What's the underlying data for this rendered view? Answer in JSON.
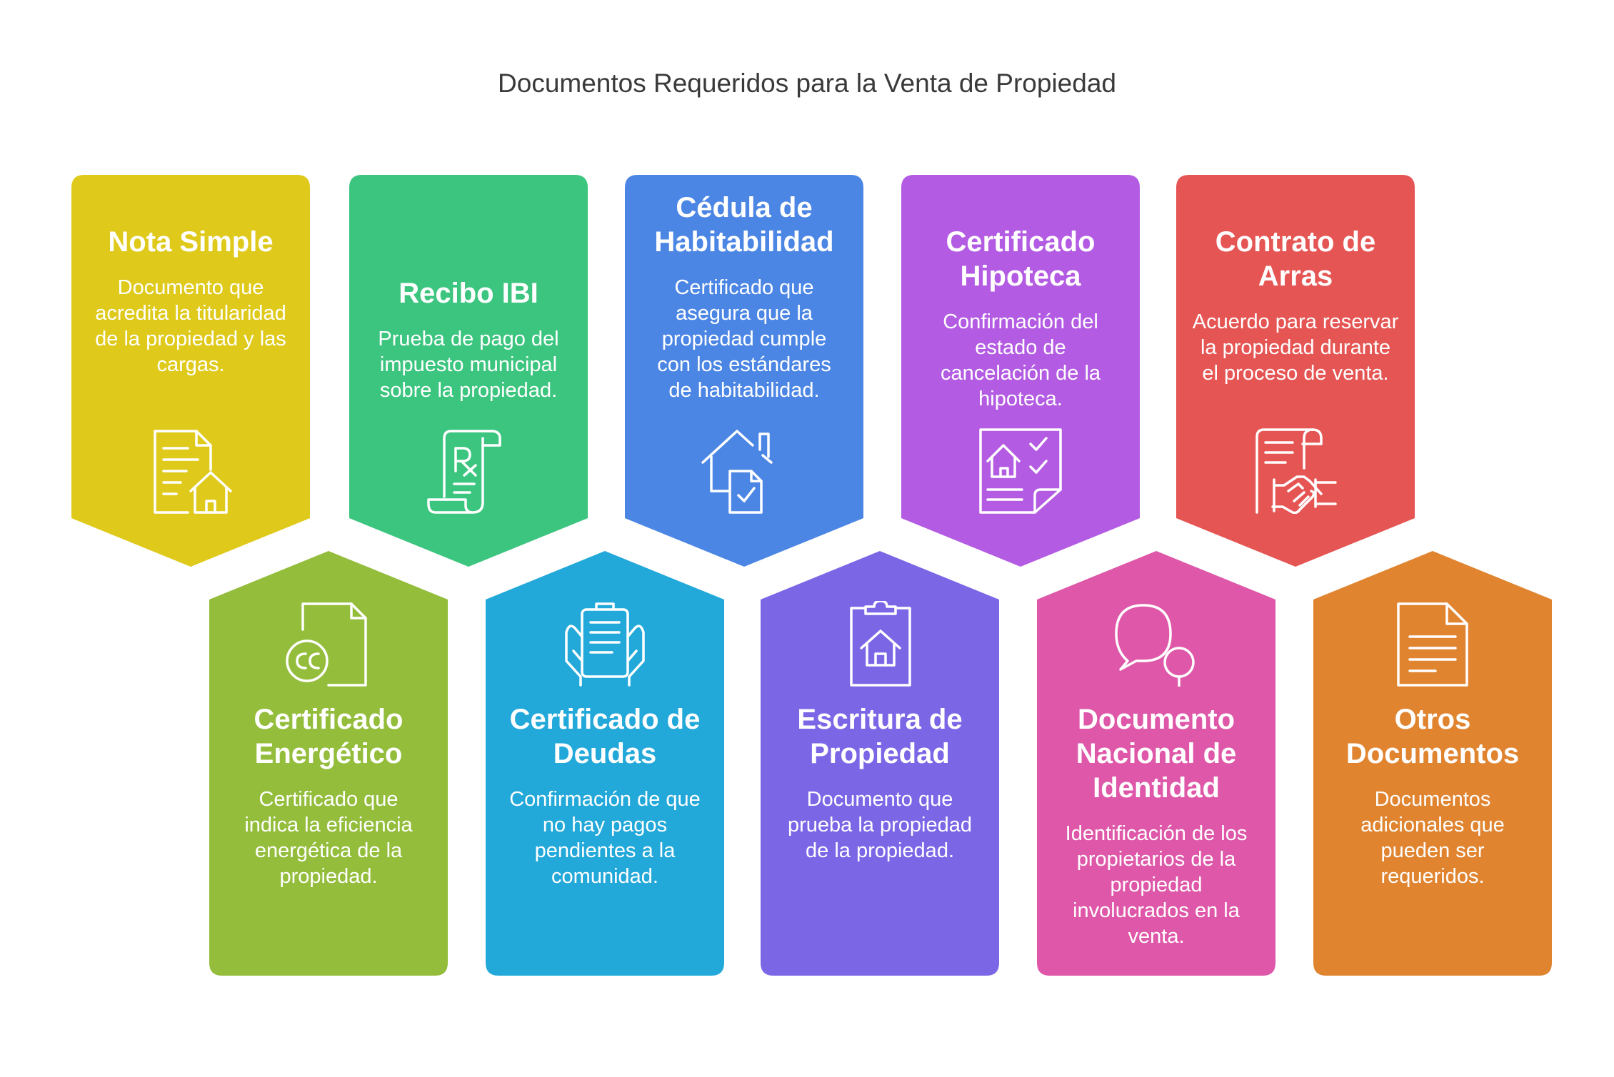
{
  "title": "Documentos Requeridos para la Venta de Propiedad",
  "cards": [
    {
      "title": "Nota Simple",
      "description": "Documento que acredita la titularidad de la propiedad y las cargas.",
      "color": "#DFC91B",
      "icon": "document-house-icon"
    },
    {
      "title": "Recibo IBI",
      "description": "Prueba de pago del impuesto municipal sobre la propiedad.",
      "color": "#3CC57F",
      "icon": "prescription-scroll-icon"
    },
    {
      "title": "Cédula de Habitabilidad",
      "description": "Certificado que asegura que la propiedad cumple con los estándares de habitabilidad.",
      "color": "#4C86E4",
      "icon": "house-checked-document-icon"
    },
    {
      "title": "Certificado Hipoteca",
      "description": "Confirmación del estado de cancelación de la hipoteca.",
      "color": "#B35BE2",
      "icon": "house-checklist-icon"
    },
    {
      "title": "Contrato de Arras",
      "description": "Acuerdo para reservar la propiedad durante el proceso de venta.",
      "color": "#E55553",
      "icon": "contract-handshake-icon"
    },
    {
      "title": "Certificado Energético",
      "description": "Certificado que indica la eficiencia energética de la propiedad.",
      "color": "#93BD3B",
      "icon": "certificate-cc-icon"
    },
    {
      "title": "Certificado de Deudas",
      "description": "Confirmación de que no hay pagos pendientes a la comunidad.",
      "color": "#22A8D9",
      "icon": "hands-clipboard-icon"
    },
    {
      "title": "Escritura de Propiedad",
      "description": "Documento que prueba la propiedad de la propiedad.",
      "color": "#7B66E6",
      "icon": "clipboard-house-icon"
    },
    {
      "title": "Documento Nacional de Identidad",
      "description": "Identificación de los propietarios de la propiedad involucrados en la venta.",
      "color": "#DE57A8",
      "icon": "speech-bubbles-icon"
    },
    {
      "title": "Otros Documentos",
      "description": "Documentos adicionales que pueden ser requeridos.",
      "color": "#E08430",
      "icon": "document-lines-icon"
    }
  ]
}
